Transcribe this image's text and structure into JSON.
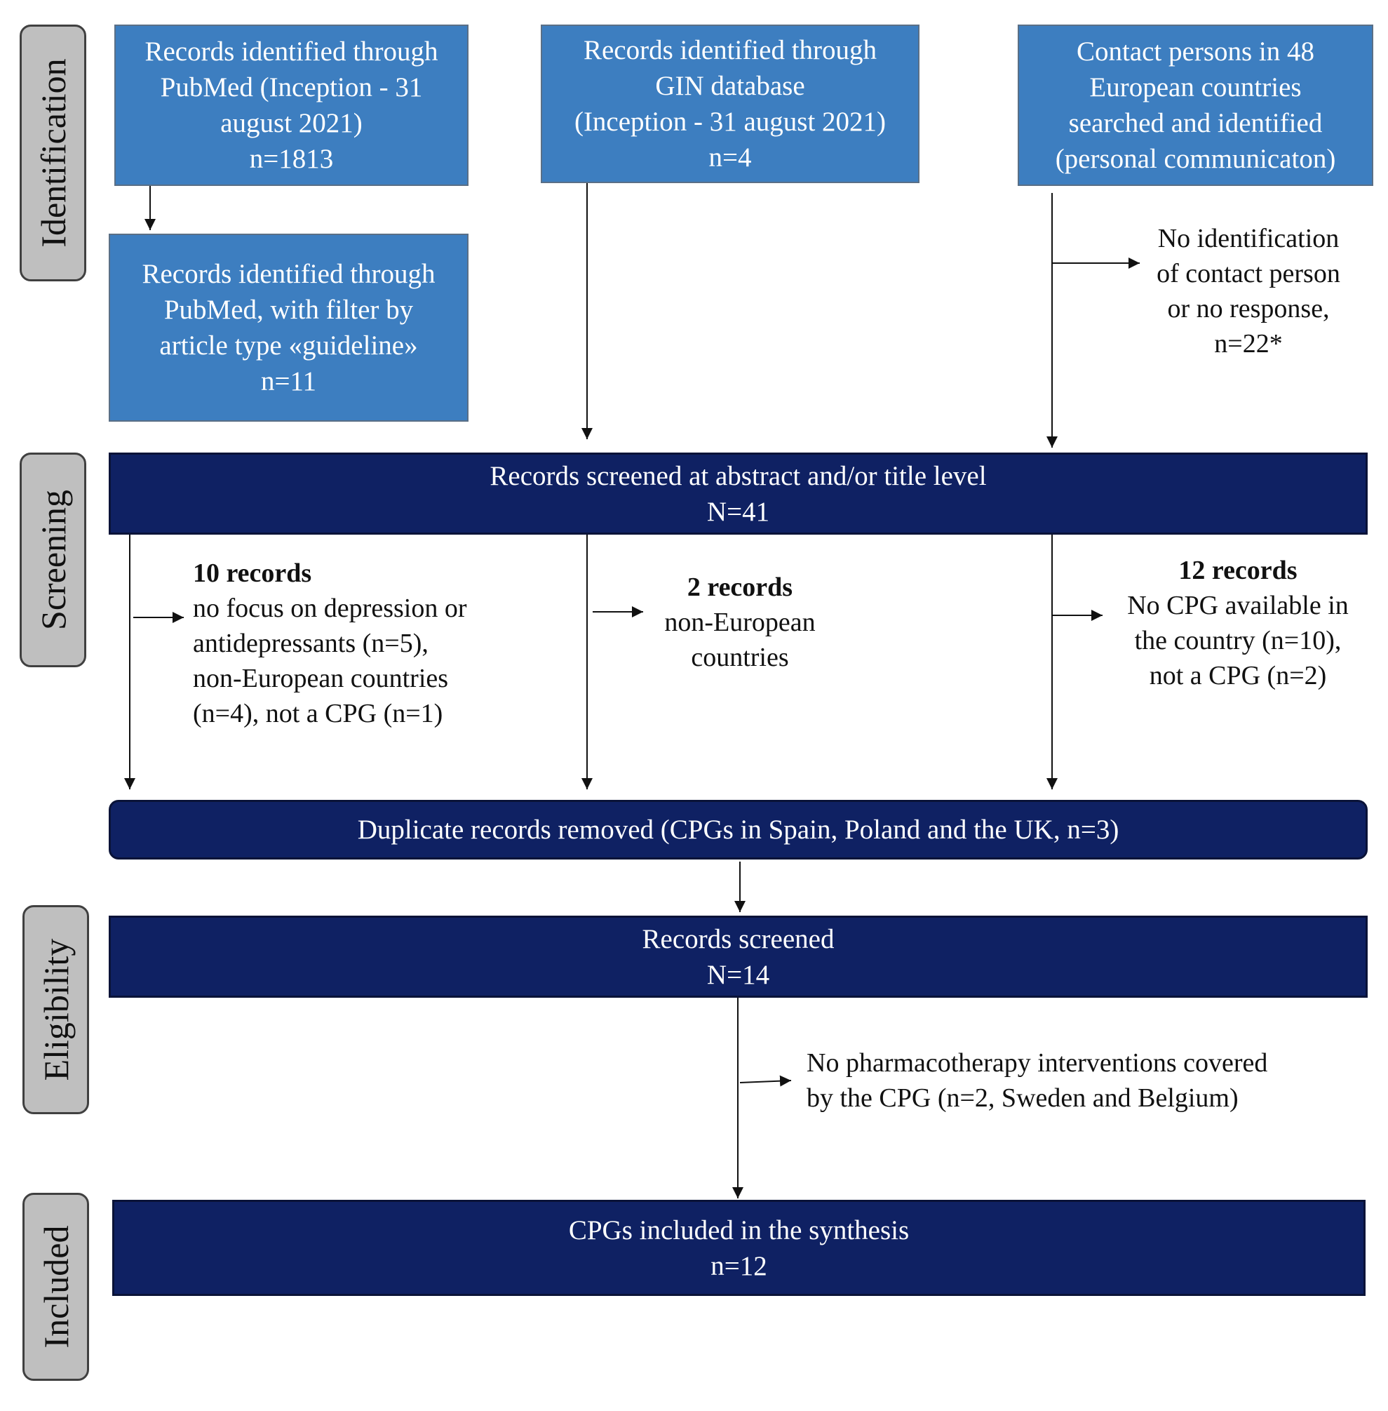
{
  "stages": {
    "identification": "Identification",
    "screening": "Screening",
    "eligibility": "Eligibility",
    "included": "Included"
  },
  "sources": {
    "pubmed": [
      "Records identified through",
      "PubMed (Inception - 31",
      "august 2021)",
      "n=1813"
    ],
    "pubmed_filtered": [
      "Records identified through",
      "PubMed, with filter by",
      "article type «guideline»",
      "n=11"
    ],
    "gin": [
      "Records identified through",
      "GIN database",
      "(Inception - 31 august 2021)",
      "n=4"
    ],
    "contacts": [
      "Contact persons in 48",
      "European countries",
      "searched and identified",
      "(personal communicaton)"
    ]
  },
  "no_contact_note": [
    "No identification",
    "of contact person",
    "or no response,",
    "n=22*"
  ],
  "screened_box": [
    "Records screened at abstract and/or title level",
    "N=41"
  ],
  "exclusions": {
    "left": {
      "heading": "10 records",
      "lines": [
        "no focus on depression or",
        "antidepressants (n=5),",
        "non-European countries",
        "(n=4), not a CPG (n=1)"
      ]
    },
    "middle": {
      "heading": "2 records",
      "lines": [
        "non-European",
        "countries"
      ]
    },
    "right": {
      "heading": "12 records",
      "lines": [
        "No CPG available in",
        "the country (n=10),",
        "not a CPG (n=2)"
      ]
    }
  },
  "duplicates_box": "Duplicate records removed (CPGs in Spain, Poland and the UK, n=3)",
  "records_screened_box": [
    "Records screened",
    "N=14"
  ],
  "eligibility_note": [
    "No pharmacotherapy interventions covered",
    "by the CPG (n=2, Sweden and Belgium)"
  ],
  "included_box": [
    "CPGs included in the synthesis",
    "n=12"
  ],
  "colors": {
    "source_box": "#3d7ec0",
    "process_box": "#0f2163",
    "stage_label": "#bfbfbf"
  }
}
